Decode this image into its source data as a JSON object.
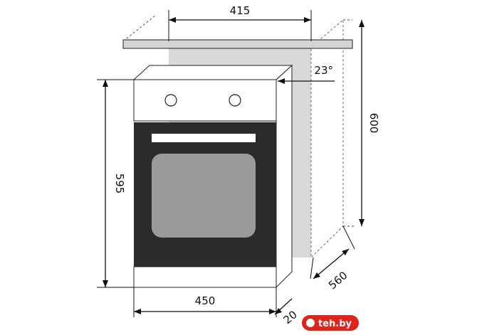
{
  "dimensions": {
    "niche_width": "415",
    "angle": "23°",
    "niche_height": "600",
    "oven_height": "595",
    "oven_width": "450",
    "niche_depth": "560",
    "panel_depth": "20"
  },
  "watermark": {
    "text": "teh.by"
  },
  "colors": {
    "cabinet_fill": "#d9d9d9",
    "oven_body": "#2b2b2b",
    "oven_window": "#9a9a9a",
    "shelf_fill": "#d4d4d4",
    "watermark_bg": "#e2231a"
  },
  "icons": [
    "knob-icon",
    "knob-icon",
    "brand-icon"
  ]
}
